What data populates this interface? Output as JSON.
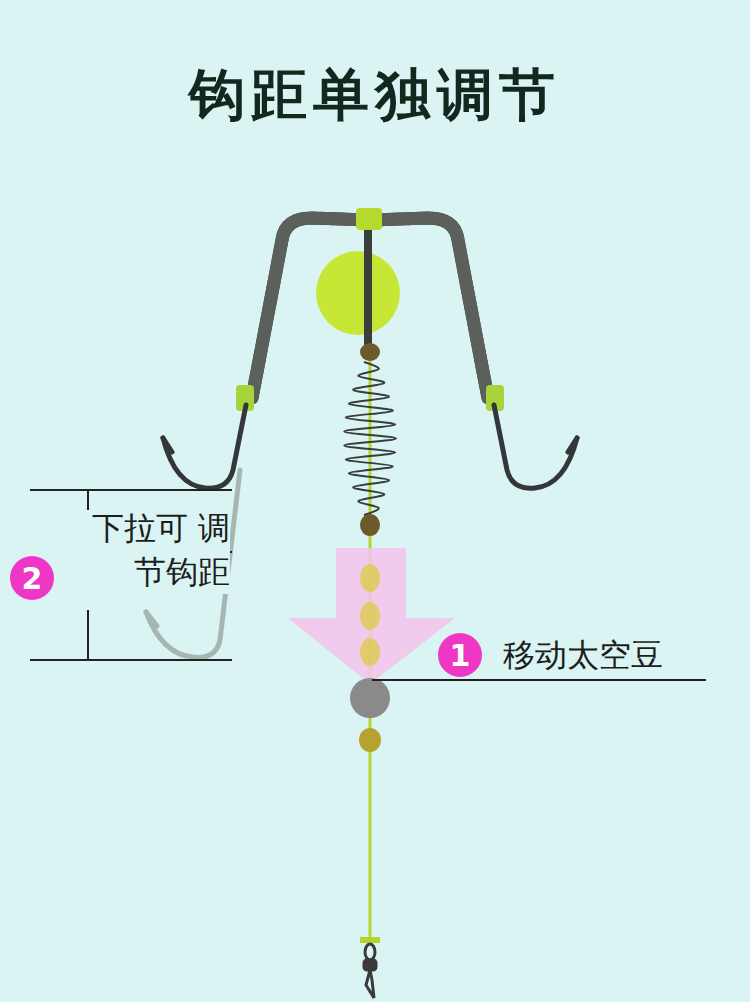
{
  "diagram": {
    "title": "钩距单独调节",
    "nodes": [
      {
        "text": [
          "2"
        ]
      },
      {
        "text": [
          "1"
        ]
      }
    ],
    "labels": [
      "下拉可 调节钩距",
      "移动太空豆"
    ]
  }
}
